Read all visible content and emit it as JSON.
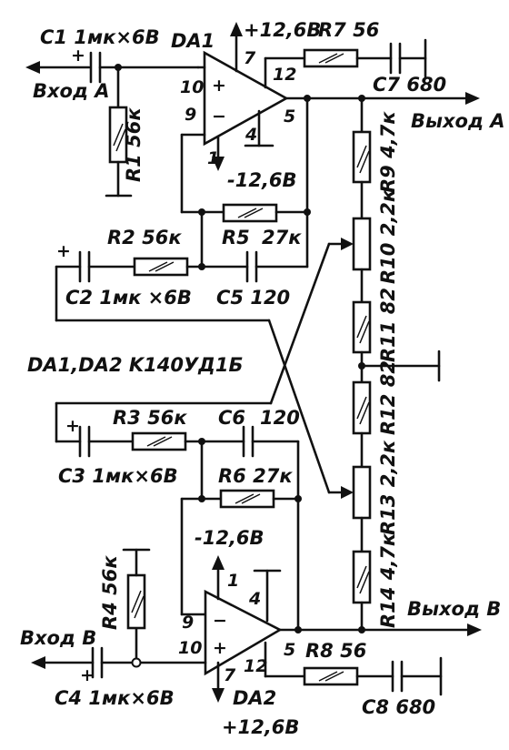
{
  "diagram": {
    "note": "DA1,DA2 K140УД1Б",
    "ports": {
      "input_a": "Вход А",
      "input_b": "Вход В",
      "output_a": "Выход А",
      "output_b": "Выход В"
    },
    "opamps": {
      "da1": "DA1",
      "da2": "DA2"
    },
    "supplies": {
      "da1_pos": "+12,6В",
      "da1_neg": "-12,6В",
      "da2_neg": "-12,6В",
      "da2_pos": "+12,6В"
    },
    "pins": {
      "da1_7": "7",
      "da1_10": "10",
      "da1_9": "9",
      "da1_12": "12",
      "da1_5": "5",
      "da1_4": "4",
      "da1_1": "1",
      "da2_9": "9",
      "da2_10": "10",
      "da2_1": "1",
      "da2_4": "4",
      "da2_5": "5",
      "da2_12": "12",
      "da2_7": "7"
    },
    "components": {
      "c1": "С1 1мк×6В",
      "c2": "С2 1мк ×6В",
      "c3": "С3 1мк×6В",
      "c4": "С4 1мк×6В",
      "c5": "С5 120",
      "c6_name": "С6",
      "c6_value": "120",
      "c7": "С7 680",
      "c8": "С8 680",
      "r1": "R1 56к",
      "r2": "R2 56к",
      "r3": "R3 56к",
      "r4": "R4 56к",
      "r5_name": "R5",
      "r5_value": "27к",
      "r6": "R6 27к",
      "r7": "R7 56",
      "r8": "R8 56",
      "r9": "R9 4,7к",
      "r10": "R10 2,2к",
      "r11": "R11 82",
      "r12": "R12 82",
      "r13": "R13 2,2к",
      "r14": "R14 4,7к"
    },
    "polarity": {
      "plus": "+",
      "minus": "−"
    }
  }
}
